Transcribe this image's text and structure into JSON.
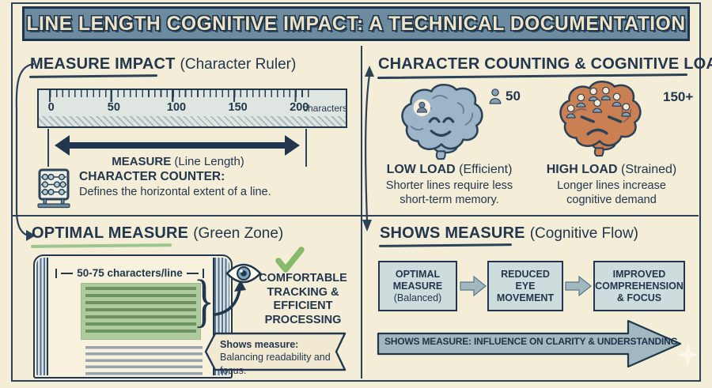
{
  "header": {
    "title": "LINE LENGTH COGNITIVE IMPACT: A TECHNICAL DOCUMENTATION"
  },
  "palette": {
    "background": "#f4edd8",
    "banner_blue": "#6c8ba1",
    "ink_navy": "#22374d",
    "cream_text": "#ece3c8",
    "ruler_fill": "#dfe6e2",
    "green_accent": "#9cc68c",
    "green_zone": "#aecb9d",
    "flow_box_fill": "#cfdcdd",
    "flow_arrow_fill": "#a2b8c0",
    "brain_low_blue": "#9db5c8",
    "brain_high_orange": "#ca8052",
    "gray_line": "#98a4ae"
  },
  "measure_impact": {
    "title": "MEASURE IMPACT",
    "subtitle": "(Character Ruler)",
    "ruler": {
      "ticks": [
        "0",
        "50",
        "100",
        "150",
        "200"
      ],
      "unit": "characters"
    },
    "arrow_label": "MEASURE",
    "arrow_label_note": "(Line Length)",
    "counter_title": "CHARACTER COUNTER:",
    "counter_desc": "Defines the horizontal extent of a line."
  },
  "cognitive_load": {
    "title": "CHARACTER COUNTING & COGNITIVE LOAD",
    "low": {
      "count": "50",
      "label": "LOW LOAD",
      "note": "(Efficient)",
      "desc": "Shorter lines require less\nshort-term memory."
    },
    "high": {
      "count": "150+",
      "label": "HIGH LOAD",
      "note": "(Strained)",
      "desc": "Longer lines increase\ncognitive demand"
    }
  },
  "optimal_measure": {
    "title": "OPTIMAL MEASURE",
    "subtitle": "(Green Zone)",
    "range_label": "50-75 characters/line",
    "benefit": "COMFORTABLE\nTRACKING &\nEFFICIENT\nPROCESSING",
    "callout_lead": "Shows measure:",
    "callout_rest": " Balancing readability and focus."
  },
  "cognitive_flow": {
    "title": "SHOWS MEASURE",
    "subtitle": "(Cognitive Flow)",
    "steps": [
      {
        "title": "OPTIMAL\nMEASURE",
        "note": "(Balanced)"
      },
      {
        "title": "REDUCED\nEYE\nMOVEMENT",
        "note": ""
      },
      {
        "title": "IMPROVED\nCOMPREHENSION\n& FOCUS",
        "note": ""
      }
    ],
    "banner": "SHOWS MEASURE: INFLUENCE ON CLARITY & UNDERSTANDING"
  },
  "icons": [
    "abacus-icon",
    "person-icon",
    "happy-brain-icon",
    "strained-brain-icon",
    "eye-icon",
    "checkmark-icon",
    "curved-arrow-icon",
    "sparkle-icon"
  ]
}
